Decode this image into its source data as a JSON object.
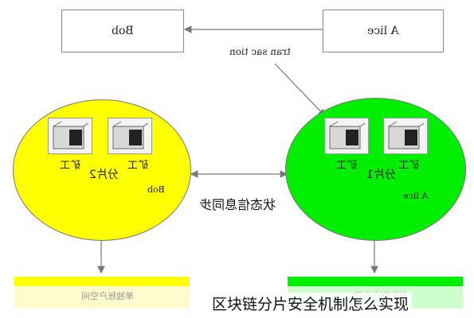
{
  "nodes": {
    "bob_box": "Bob",
    "alice_box": "A lice",
    "transaction": "tran sac tion",
    "shard2": "分片2",
    "shard2_owner": "Bob",
    "shard1": "分片1",
    "shard1_owner": "A lice",
    "miner_label": "矿工",
    "sync": "状态信息同步",
    "account_space": "单独账户空间"
  },
  "caption": "区块链分片安全机制怎么实现",
  "colors": {
    "shard2_fill": "#ffff00",
    "shard1_fill": "#00ee00",
    "edge": "#777777"
  }
}
